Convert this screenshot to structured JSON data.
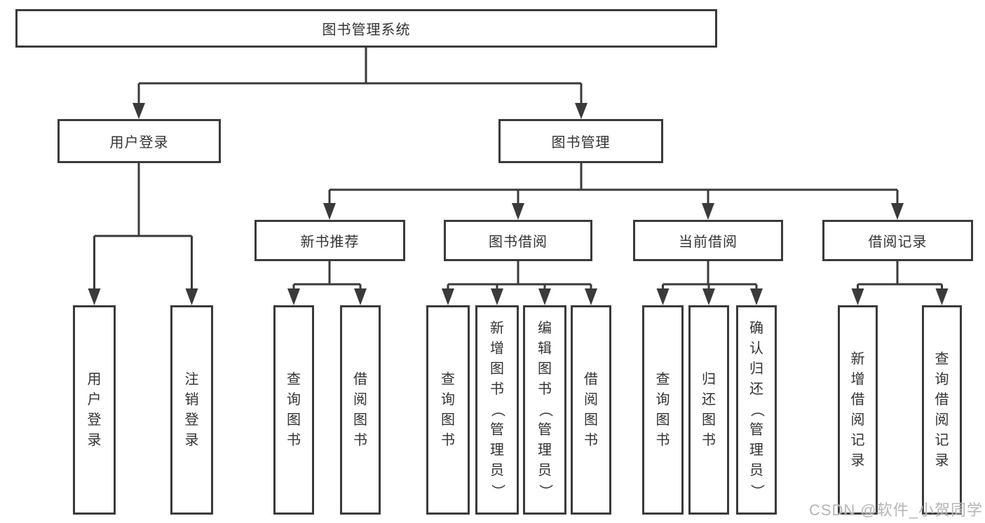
{
  "diagram_type": "functional-structure-tree",
  "tree": {
    "label": "图书管理系统",
    "children": [
      {
        "label": "用户登录",
        "children": [
          {
            "label": "用户登录"
          },
          {
            "label": "注销登录"
          }
        ]
      },
      {
        "label": "图书管理",
        "children": [
          {
            "label": "新书推荐",
            "children": [
              {
                "label": "查询图书"
              },
              {
                "label": "借阅图书"
              }
            ]
          },
          {
            "label": "图书借阅",
            "children": [
              {
                "label": "查询图书"
              },
              {
                "label": "新增图书（管理员）"
              },
              {
                "label": "编辑图书（管理员）"
              },
              {
                "label": "借阅图书"
              }
            ]
          },
          {
            "label": "当前借阅",
            "children": [
              {
                "label": "查询图书"
              },
              {
                "label": "归还图书"
              },
              {
                "label": "确认归还（管理员）"
              }
            ]
          },
          {
            "label": "借阅记录",
            "children": [
              {
                "label": "新增借阅记录"
              },
              {
                "label": "查询借阅记录"
              }
            ]
          }
        ]
      }
    ]
  },
  "watermark": {
    "text": "CSDN @软件_小贺同学"
  },
  "colors": {
    "line": "#3a3a3a",
    "box_border": "#3a3a3a",
    "text": "#333333",
    "background": "#ffffff",
    "watermark": "#b0b0b0"
  }
}
